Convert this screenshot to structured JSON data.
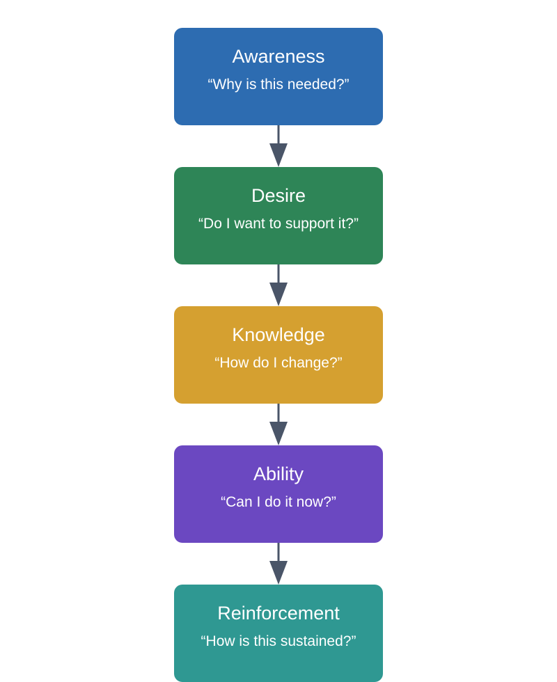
{
  "colors": {
    "awareness": "#2d6cb1",
    "desire": "#2e8557",
    "knowledge": "#d5a030",
    "ability": "#6b48c1",
    "reinforcement": "#2f9892",
    "connector": "#4a5568"
  },
  "stages": [
    {
      "title": "Awareness",
      "question": "“Why is this needed?”"
    },
    {
      "title": "Desire",
      "question": "“Do I want to support it?”"
    },
    {
      "title": "Knowledge",
      "question": "“How do I change?”"
    },
    {
      "title": "Ability",
      "question": "“Can I do it now?”"
    },
    {
      "title": "Reinforcement",
      "question": "“How is this sustained?”"
    }
  ]
}
